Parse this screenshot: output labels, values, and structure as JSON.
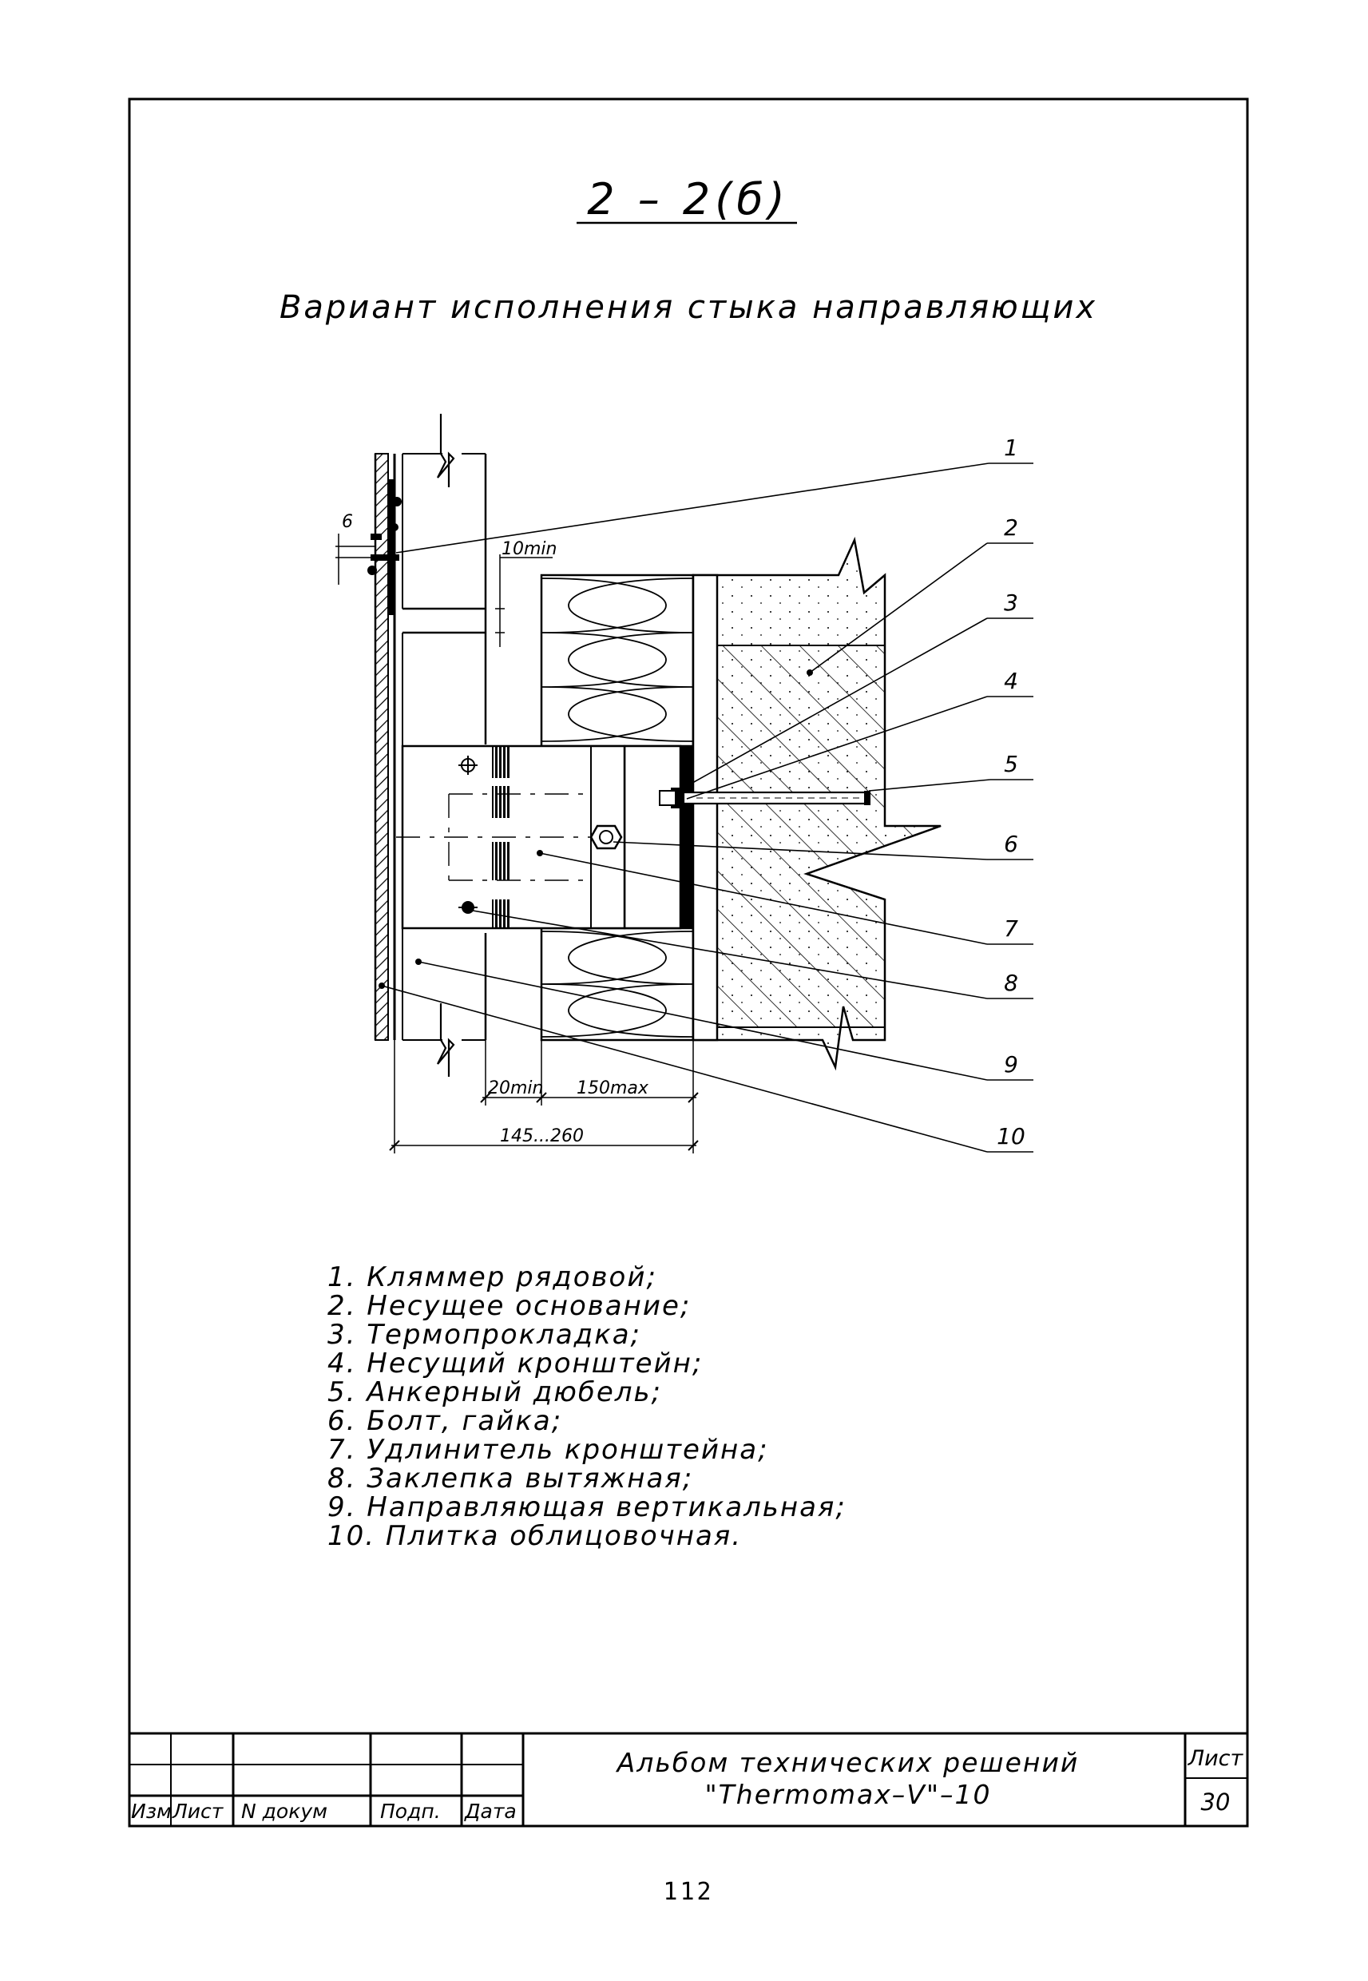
{
  "title": "2 – 2(б)",
  "subtitle": "Вариант исполнения стыка направляющих",
  "callouts": [
    "1",
    "2",
    "3",
    "4",
    "5",
    "6",
    "7",
    "8",
    "9",
    "10"
  ],
  "dimensions": {
    "gap": "6",
    "min_top": "10min",
    "min_left": "20min",
    "max_insulation": "150max",
    "total": "145...260"
  },
  "legend": [
    "1.  Кляммер рядовой;",
    "2.  Несущее основание;",
    "3.  Термопрокладка;",
    "4.  Несущий кронштейн;",
    "5.  Анкерный дюбель;",
    "6.  Болт,  гайка;",
    "7.  Удлинитель кронштейна;",
    "8.  Заклепка вытяжная;",
    "9.  Направляющая вертикальная;",
    "10.  Плитка облицовочная."
  ],
  "title_block": {
    "headers": [
      "Изм",
      "Лист",
      "N докум",
      "Подп.",
      "Дата"
    ],
    "album_line1": "Альбом технических решений",
    "album_line2": "\"Thermomax–V\"–10",
    "sheet_label": "Лист",
    "sheet_number": "30"
  },
  "page_number": "112"
}
